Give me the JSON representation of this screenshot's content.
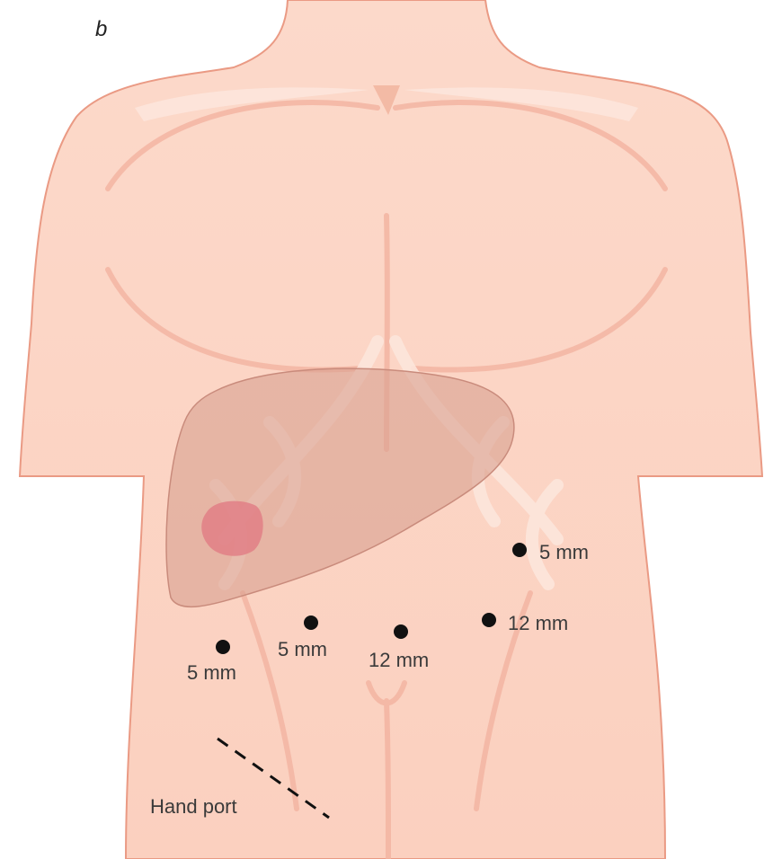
{
  "figure": {
    "panel_label": "b",
    "colors": {
      "skin": "#fbd3c2",
      "skin_shadow": "#f3b7a2",
      "skin_highlight": "#fde6dc",
      "outline": "#e9967f",
      "liver": "#d9a08f",
      "lesion": "#e07f86",
      "port": "#111111"
    },
    "ports": [
      {
        "id": "port-left-lateral",
        "label": "5 mm",
        "size_mm": 5
      },
      {
        "id": "port-left-medial",
        "label": "5 mm",
        "size_mm": 5
      },
      {
        "id": "port-umbilical",
        "label": "12 mm",
        "size_mm": 12
      },
      {
        "id": "port-right-lower",
        "label": "12 mm",
        "size_mm": 12
      },
      {
        "id": "port-right-upper",
        "label": "5 mm",
        "size_mm": 5
      }
    ],
    "hand_port": {
      "label": "Hand port"
    }
  }
}
